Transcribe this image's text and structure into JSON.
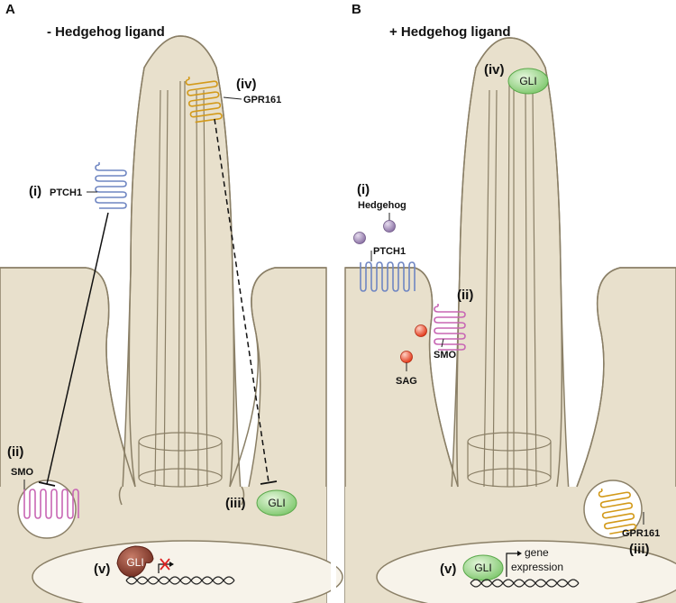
{
  "panels": [
    {
      "letter": "A",
      "title": "- Hedgehog ligand",
      "labels": {
        "i": "(i)",
        "ii": "(ii)",
        "iii": "(iii)",
        "iv": "(iv)",
        "v": "(v)",
        "ptch1": "PTCH1",
        "smo": "SMO",
        "gpr161": "GPR161",
        "gli_iii": "GLI",
        "gli_v": "GLI"
      }
    },
    {
      "letter": "B",
      "title": "+ Hedgehog ligand",
      "labels": {
        "i": "(i)",
        "ii": "(ii)",
        "iii": "(iii)",
        "iv": "(iv)",
        "v": "(v)",
        "hedgehog": "Hedgehog",
        "ptch1": "PTCH1",
        "smo": "SMO",
        "sag": "SAG",
        "gpr161": "GPR161",
        "gli_iv": "GLI",
        "gli_v": "GLI",
        "gene": "gene",
        "expression": "expression"
      }
    }
  ],
  "colors": {
    "cell_fill": "#e8e0cc",
    "cell_stroke": "#8a7f66",
    "ptch1": "#6f86c2",
    "smo": "#c866b4",
    "gpr161": "#d39a1a",
    "gli_green": "#9ed48d",
    "gli_repressor": "#8a3a2e",
    "hedgehog": "#a58bb8",
    "sag": "#e8452a"
  }
}
